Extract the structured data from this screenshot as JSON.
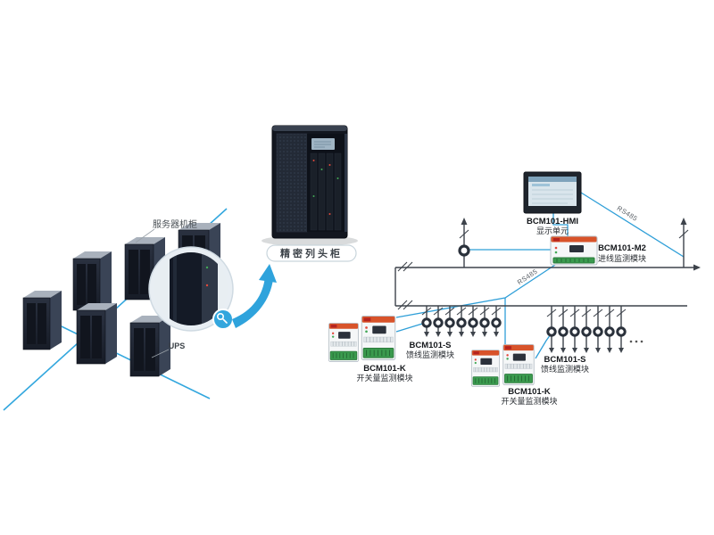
{
  "left_cluster": {
    "server_label": "服务器机柜",
    "ups_label": "UPS"
  },
  "cabinet_panel": {
    "label": "精密列头柜"
  },
  "devices": {
    "hmi": {
      "model": "BCM101-HMI",
      "name": "显示单元"
    },
    "m2": {
      "model": "BCM101-M2",
      "name": "进线监测模块"
    },
    "s_left": {
      "model": "BCM101-S",
      "name": "馈线监测模块"
    },
    "s_right": {
      "model": "BCM101-S",
      "name": "馈线监测模块"
    },
    "k_left": {
      "model": "BCM101-K",
      "name": "开关量监测模块"
    },
    "k_right": {
      "model": "BCM101-K",
      "name": "开关量监测模块"
    }
  },
  "comm": {
    "rs485_top": "RS485",
    "rs485_mid": "RS485"
  },
  "colors": {
    "network_blue": "#33a7de",
    "comm_blue": "#2f9fd8",
    "bus_dark": "#3d434b",
    "module_accent_orange": "#d8532a",
    "module_logo_red": "#b5231f",
    "terminal_green": "#3a9a4e",
    "cabinet_dark": "#12161f",
    "background": "#ffffff"
  }
}
